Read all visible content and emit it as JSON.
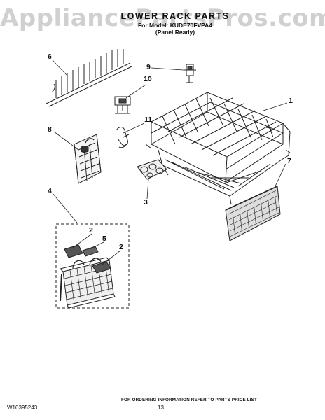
{
  "watermark": "AppliancePartsPros.com",
  "title": "LOWER RACK PARTS",
  "subtitle_line1": "For Model: KUDE70FVPA4",
  "subtitle_line2": "(Panel Ready)",
  "callouts": {
    "c1": "1",
    "c2a": "2",
    "c2b": "2",
    "c3": "3",
    "c4": "4",
    "c5": "5",
    "c6": "6",
    "c7": "7",
    "c8": "8",
    "c9": "9",
    "c10": "10",
    "c11": "11"
  },
  "footer": "FOR ORDERING INFORMATION REFER TO PARTS PRICE LIST",
  "doc_number": "W10395243",
  "page_number": "13"
}
